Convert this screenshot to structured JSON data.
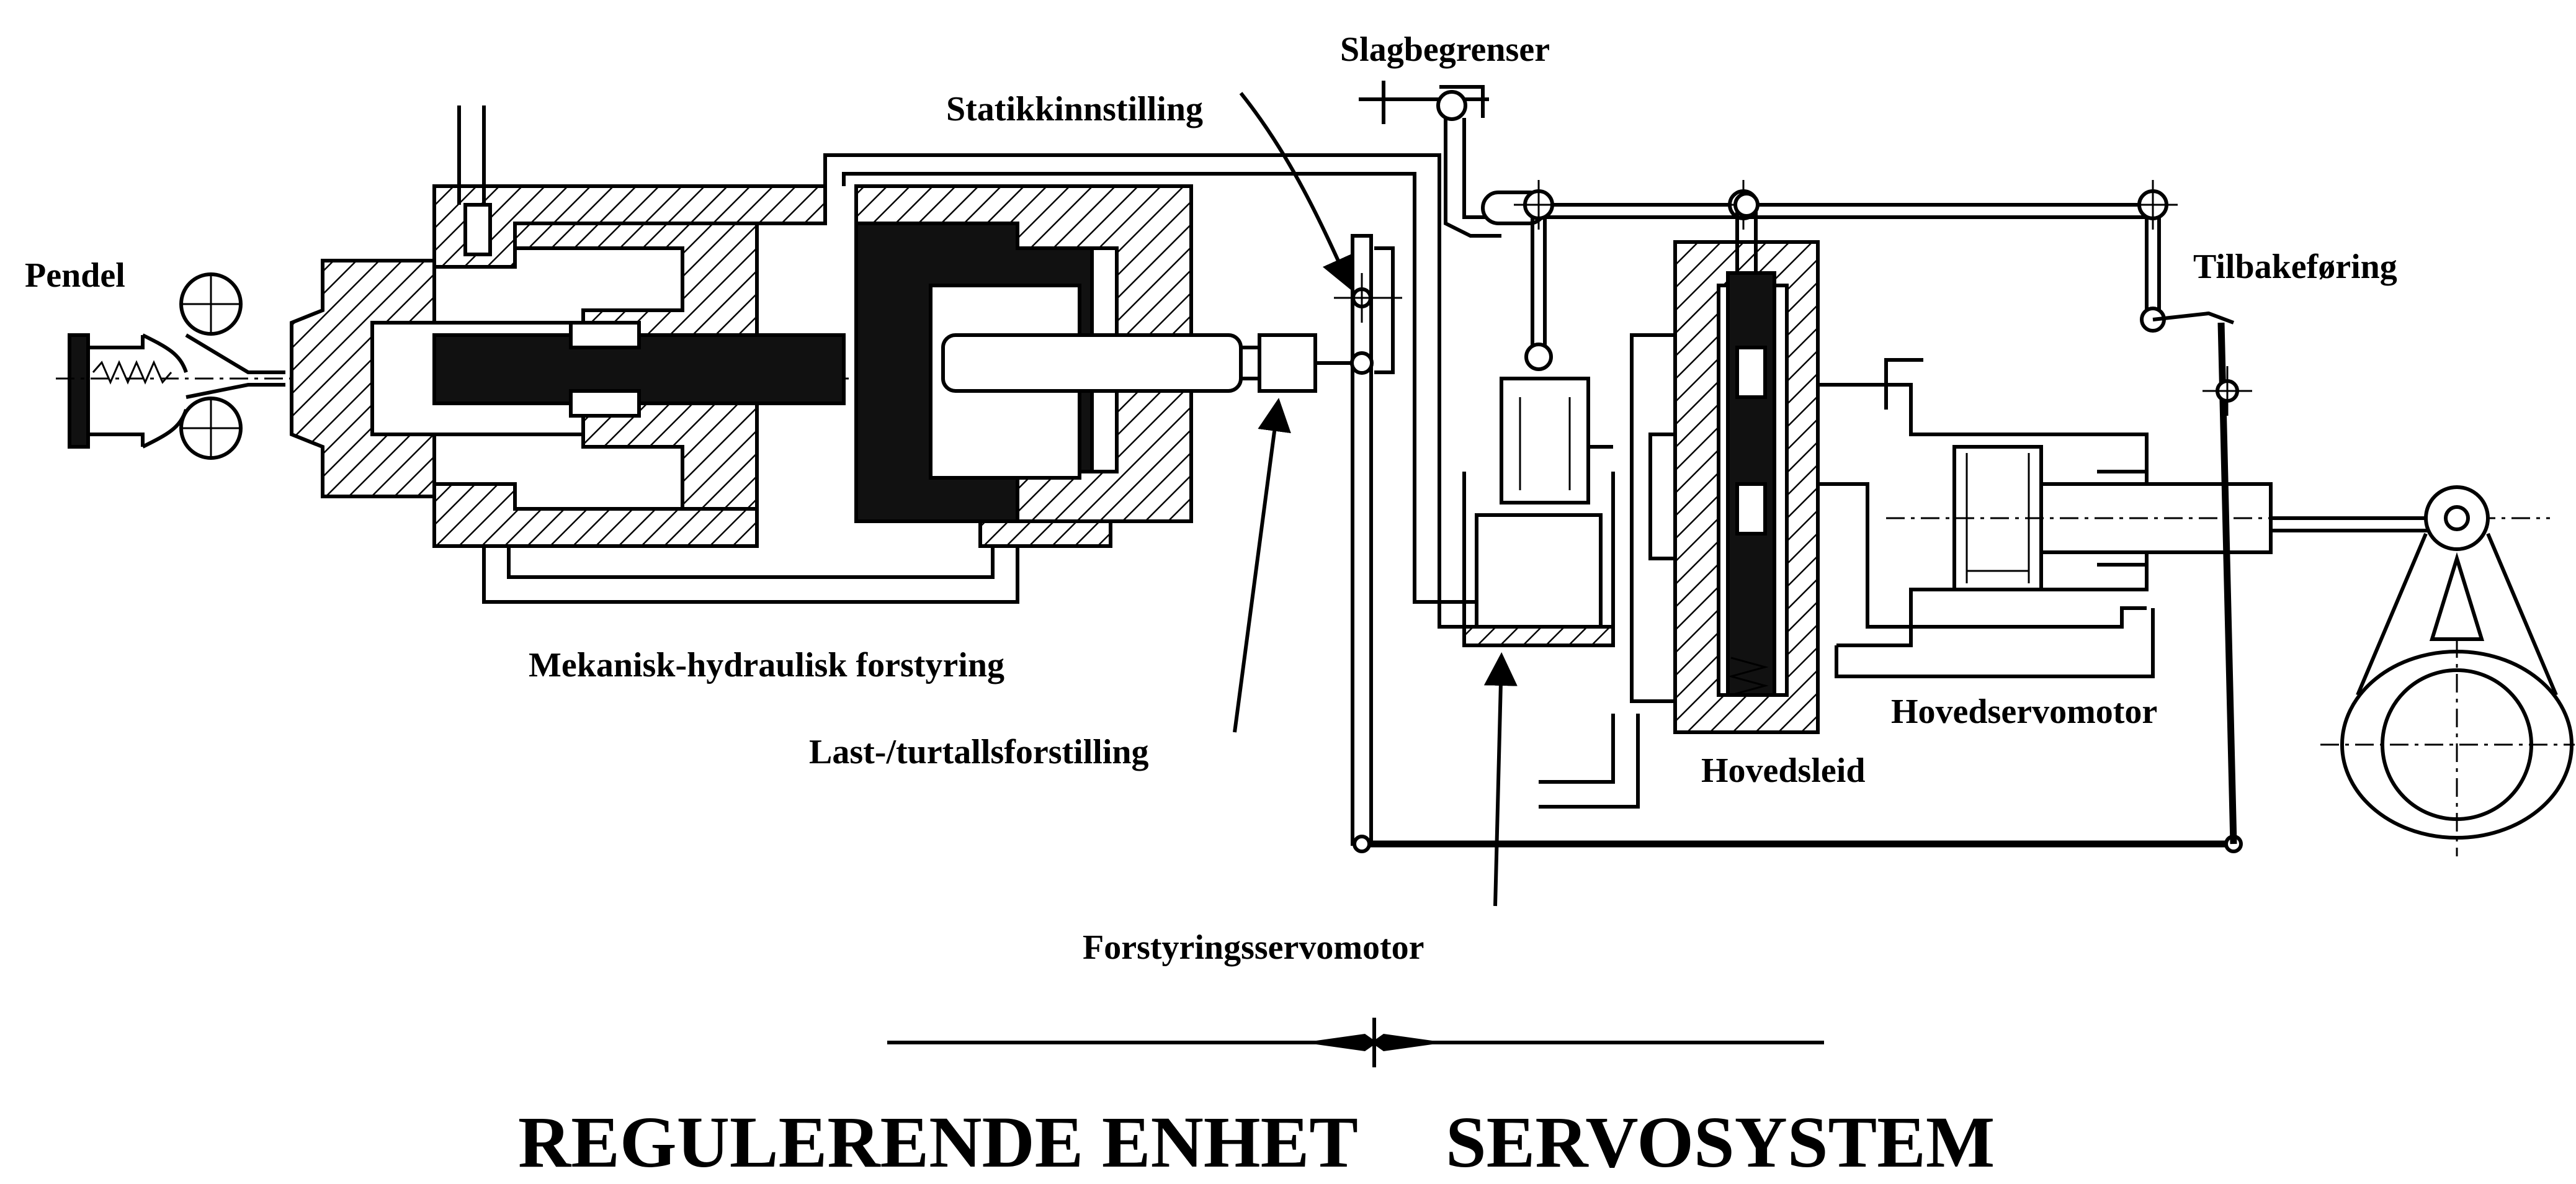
{
  "labels": {
    "pendel": "Pendel",
    "slagbegrenser": "Slagbegrenser",
    "statikkinnstilling": "Statikkinnstilling",
    "tilbakeforing": "Tilbakeføring",
    "mekanisk_hydraulisk": "Mekanisk-hydraulisk forstyring",
    "last_turtall": "Last-/turtallsforstilling",
    "hovedservomotor": "Hovedservomotor",
    "hovedsleid": "Hovedsleid",
    "forstyringsservomotor": "Forstyringsservomotor"
  },
  "sections": {
    "regulerende_enhet": "REGULERENDE ENHET",
    "servosystem": "SERVOSYSTEM"
  }
}
